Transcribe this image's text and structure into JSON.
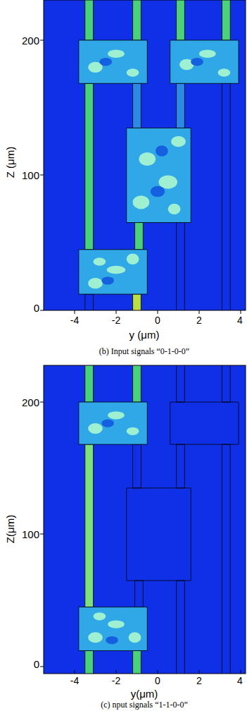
{
  "diagram": {
    "labels": [
      "200",
      "100",
      "0",
      "Z (μm)",
      "-4",
      "-2",
      "0",
      "2",
      "4",
      "y (μm)",
      "(b) Input signals “0-1-0-0”",
      "200",
      "100",
      "0",
      "Z(μm)",
      "-4",
      "-2",
      "0",
      "2",
      "4",
      "y(μm)",
      "(c) nput signals “1-1-0-0”"
    ]
  }
}
